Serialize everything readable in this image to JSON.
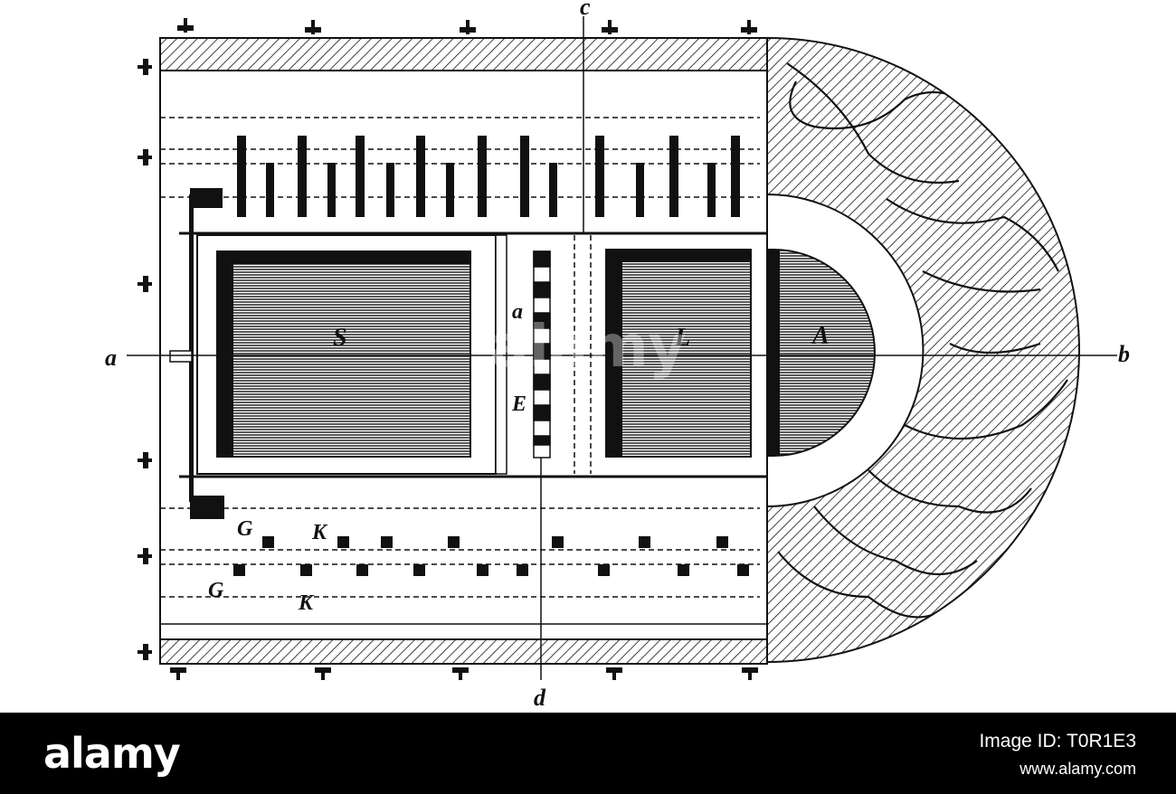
{
  "diagram": {
    "section_line_labels": {
      "left": "a",
      "right": "b",
      "top": "c",
      "bottom": "d"
    },
    "room_labels": {
      "left_room": "S",
      "middle_room": "L",
      "apse": "A"
    },
    "center_labels": {
      "upper": "a",
      "lower": "E"
    },
    "row_labels": {
      "g_upper": "G",
      "k_upper": "K",
      "g_lower": "G",
      "k_lower": "K"
    },
    "watermark": "alamy"
  },
  "footer": {
    "logo": "alamy",
    "image_id": "Image ID: T0R1E3",
    "url": "www.alamy.com"
  }
}
